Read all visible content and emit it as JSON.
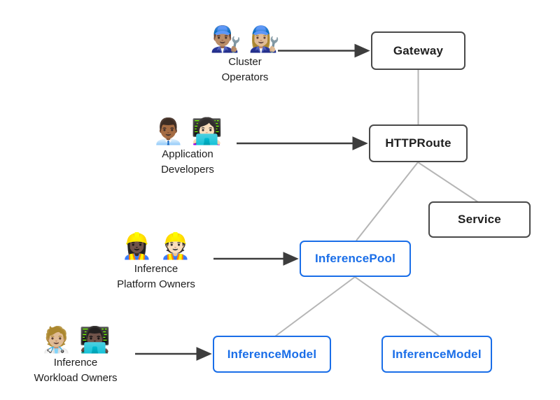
{
  "diagram": {
    "title_hint": "Gateway API inference extension resource model",
    "nodes": {
      "gateway": {
        "label": "Gateway",
        "style": "dark"
      },
      "httproute": {
        "label": "HTTPRoute",
        "style": "dark"
      },
      "service": {
        "label": "Service",
        "style": "dark"
      },
      "inference_pool": {
        "label": "InferencePool",
        "style": "blue"
      },
      "inference_model_left": {
        "label": "InferenceModel",
        "style": "blue"
      },
      "inference_model_right": {
        "label": "InferenceModel",
        "style": "blue"
      }
    },
    "personas": [
      {
        "emoji": "👨🏽‍🔧 👩🏼‍🔧",
        "line1": "Cluster",
        "line2": "Operators",
        "target": "Gateway"
      },
      {
        "emoji": "👨🏾‍💼 👩🏻‍💻",
        "line1": "Application",
        "line2": "Developers",
        "target": "HTTPRoute"
      },
      {
        "emoji": "👷🏿‍♀️ 👷🏻",
        "line1": "Inference",
        "line2": "Platform Owners",
        "target": "InferencePool"
      },
      {
        "emoji": "🧑🏼‍⚕️ 👨🏿‍💻",
        "line1": "Inference",
        "line2": "Workload Owners",
        "target": "InferenceModel"
      }
    ],
    "colors": {
      "background": "#ffffff",
      "node_border_dark": "#4a4a4a",
      "node_text_dark": "#1f1f1f",
      "node_blue": "#1a6ee8",
      "connector_gray": "#b5b5b5",
      "arrow_dark": "#3d3d3d"
    }
  }
}
